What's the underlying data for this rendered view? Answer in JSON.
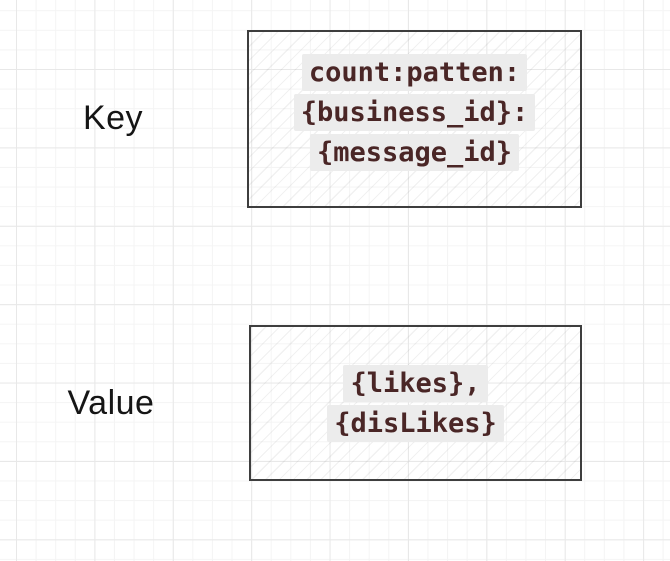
{
  "canvas": {
    "background_color": "#ffffff",
    "grid_minor_color": "#f4f4f4",
    "grid_major_color": "#e8e8e8"
  },
  "diagram": {
    "label_color": "#151515",
    "box_border_color": "#3e3e3e",
    "code_text_color": "#4a2626",
    "code_highlight_color": "#ececec",
    "rows": [
      {
        "label": "Key",
        "box_lines": [
          "count:patten:",
          "{business_id}:",
          "{message_id}"
        ]
      },
      {
        "label": "Value",
        "box_lines": [
          "{likes},",
          "{disLikes}"
        ]
      }
    ]
  }
}
